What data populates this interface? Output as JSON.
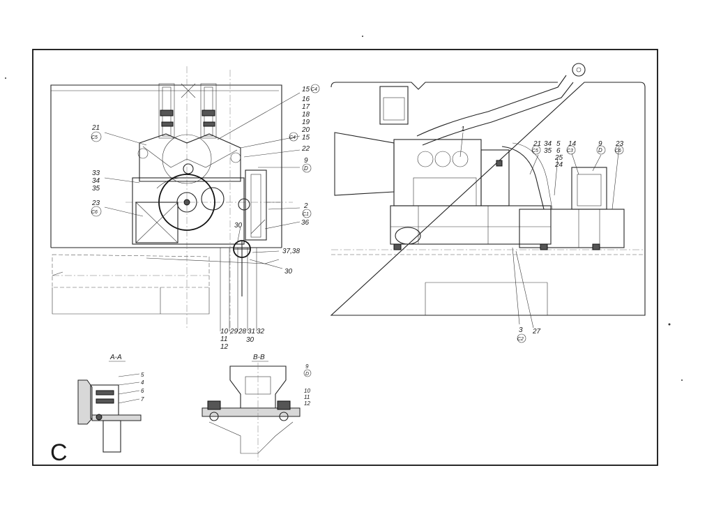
{
  "drawing": {
    "sheet_letter": "C",
    "left_view_labels": [
      {
        "id": "l15c4",
        "text": "15"
      },
      {
        "id": "c4a",
        "text": "C4"
      },
      {
        "id": "l16",
        "text": "16"
      },
      {
        "id": "l17",
        "text": "17"
      },
      {
        "id": "l18",
        "text": "18"
      },
      {
        "id": "l19",
        "text": "19"
      },
      {
        "id": "l20",
        "text": "20"
      },
      {
        "id": "c4b",
        "text": "C4"
      },
      {
        "id": "l15b",
        "text": "15"
      },
      {
        "id": "l22",
        "text": "22"
      },
      {
        "id": "l9",
        "text": "9"
      },
      {
        "id": "d1",
        "text": "D"
      },
      {
        "id": "l21",
        "text": "21"
      },
      {
        "id": "c5",
        "text": "C5"
      },
      {
        "id": "l33",
        "text": "33"
      },
      {
        "id": "l34",
        "text": "34"
      },
      {
        "id": "l35",
        "text": "35"
      },
      {
        "id": "l23",
        "text": "23"
      },
      {
        "id": "c6",
        "text": "C6"
      },
      {
        "id": "l2",
        "text": "2"
      },
      {
        "id": "c1",
        "text": "C1"
      },
      {
        "id": "l36",
        "text": "36"
      },
      {
        "id": "l30a",
        "text": "30"
      },
      {
        "id": "l3738",
        "text": "37,38"
      },
      {
        "id": "l30b",
        "text": "30"
      },
      {
        "id": "l10",
        "text": "10"
      },
      {
        "id": "l11",
        "text": "11"
      },
      {
        "id": "l12",
        "text": "12"
      },
      {
        "id": "l29",
        "text": "29"
      },
      {
        "id": "l28",
        "text": "28"
      },
      {
        "id": "l31",
        "text": "31"
      },
      {
        "id": "l32",
        "text": "32"
      },
      {
        "id": "l30c",
        "text": "30"
      }
    ],
    "right_view_labels": [
      {
        "id": "r1",
        "text": "1"
      },
      {
        "id": "r21",
        "text": "21"
      },
      {
        "id": "rc5",
        "text": "C5"
      },
      {
        "id": "r34",
        "text": "34"
      },
      {
        "id": "r35",
        "text": "35"
      },
      {
        "id": "r5",
        "text": "5"
      },
      {
        "id": "r6",
        "text": "6"
      },
      {
        "id": "r25",
        "text": "25"
      },
      {
        "id": "r24",
        "text": "24"
      },
      {
        "id": "r14",
        "text": "14"
      },
      {
        "id": "rc3",
        "text": "C3"
      },
      {
        "id": "r9",
        "text": "9"
      },
      {
        "id": "rd",
        "text": "D"
      },
      {
        "id": "r23",
        "text": "23"
      },
      {
        "id": "rc6",
        "text": "C6"
      },
      {
        "id": "r3",
        "text": "3"
      },
      {
        "id": "rc2",
        "text": "C2"
      },
      {
        "id": "r27",
        "text": "27"
      }
    ],
    "section_aa": {
      "title": "A-A",
      "labels": [
        {
          "id": "a5",
          "text": "5"
        },
        {
          "id": "a4",
          "text": "4"
        },
        {
          "id": "a6",
          "text": "6"
        },
        {
          "id": "a7",
          "text": "7"
        }
      ]
    },
    "section_bb": {
      "title": "B-B",
      "labels": [
        {
          "id": "b9",
          "text": "9"
        },
        {
          "id": "bd",
          "text": "D"
        },
        {
          "id": "b10",
          "text": "10"
        },
        {
          "id": "b11",
          "text": "11"
        },
        {
          "id": "b12",
          "text": "12"
        }
      ]
    }
  }
}
